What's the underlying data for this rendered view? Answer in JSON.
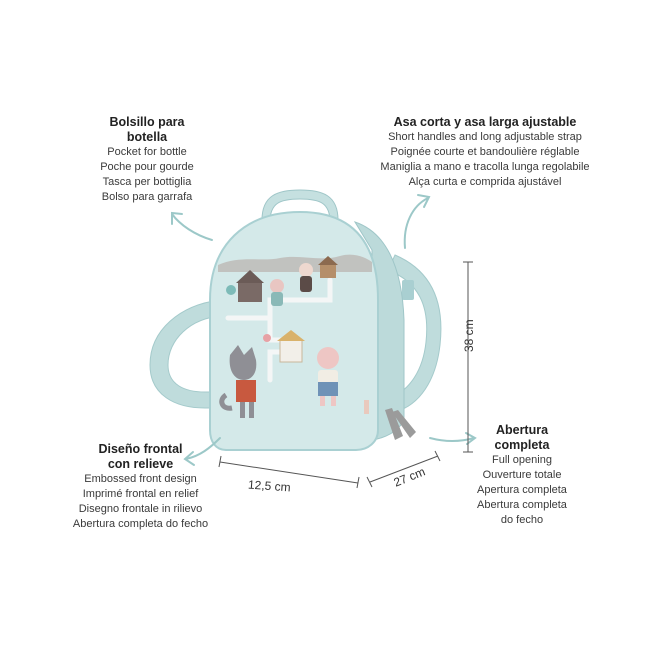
{
  "callouts": {
    "bottle_pocket": {
      "title_line1": "Bolsillo para",
      "title_line2": "botella",
      "lines": [
        "Pocket for bottle",
        "Poche pour gourde",
        "Tasca per bottiglia",
        "Bolso para garrafa"
      ]
    },
    "handles": {
      "title_line1": "Asa corta y asa larga ajustable",
      "lines": [
        "Short handles and long adjustable strap",
        "Poignée courte et bandoulière réglable",
        "Maniglia a mano e tracolla lunga regolabile",
        "Alça curta e comprida ajustável"
      ]
    },
    "front_design": {
      "title_line1": "Diseño frontal",
      "title_line2": "con relieve",
      "lines": [
        "Embossed front design",
        "Imprimé frontal en relief",
        "Disegno frontale in rilievo",
        "Abertura completa do fecho"
      ]
    },
    "opening": {
      "title_line1": "Abertura",
      "title_line2": "completa",
      "lines": [
        "Full opening",
        "Ouverture totale",
        "Apertura completa",
        "Abertura completa",
        "do fecho"
      ]
    }
  },
  "dimensions": {
    "height": "38 cm",
    "width": "12,5 cm",
    "depth": "27 cm"
  },
  "colors": {
    "bag_body": "#cfe6e6",
    "bag_edge": "#a9d0d2",
    "arrow": "#9cc8c8"
  }
}
